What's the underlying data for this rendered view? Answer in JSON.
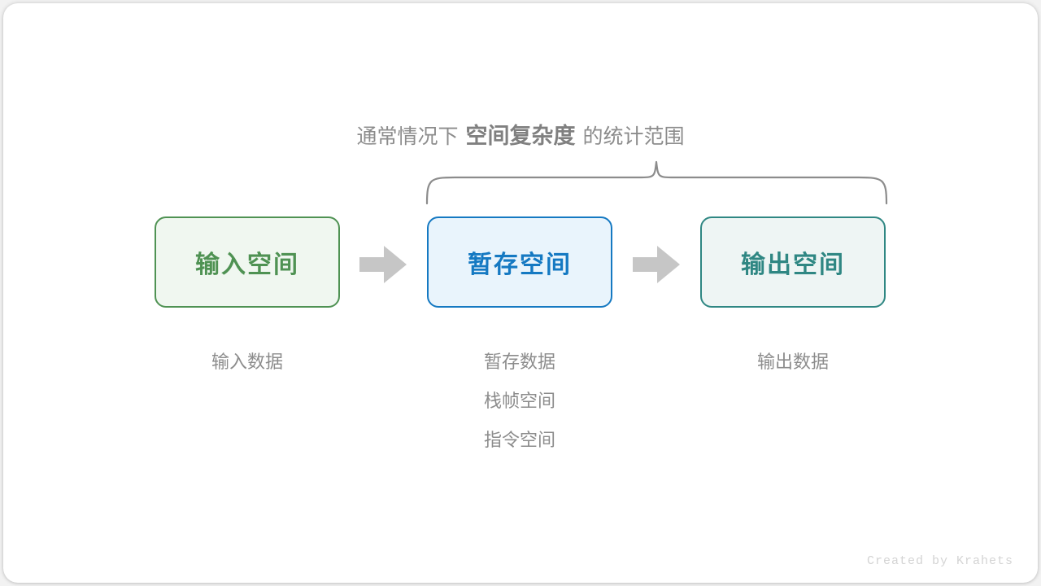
{
  "caption": {
    "prefix": "通常情况下",
    "emphasis": "空间复杂度",
    "suffix": "的统计范围"
  },
  "boxes": [
    {
      "id": "input",
      "label": "输入空间",
      "color": "#4f9253",
      "fill": "#f0f7f0"
    },
    {
      "id": "temp",
      "label": "暂存空间",
      "color": "#1579c2",
      "fill": "#e9f4fc"
    },
    {
      "id": "output",
      "label": "输出空间",
      "color": "#2f8783",
      "fill": "#eef5f4"
    }
  ],
  "arrows": [
    {
      "id": "arrow-1",
      "name": "arrow-input-to-temp",
      "color": "#c6c6c6"
    },
    {
      "id": "arrow-2",
      "name": "arrow-temp-to-output",
      "color": "#c6c6c6"
    }
  ],
  "sublabels": {
    "input": {
      "line1": "输入数据"
    },
    "temp": {
      "line1": "暂存数据",
      "line2": "栈帧空间",
      "line3": "指令空间"
    },
    "output": {
      "line1": "输出数据"
    }
  },
  "brace": {
    "name": "curly-brace-span",
    "color": "#8c8c8c",
    "spans": [
      "暂存空间",
      "输出空间"
    ]
  },
  "credit": "Created by Krahets",
  "theme": {
    "page_background": "#f2f2f2",
    "card_background": "#ffffff",
    "muted_text": "#8c8c8c",
    "credit_text": "#d4d4d4"
  }
}
